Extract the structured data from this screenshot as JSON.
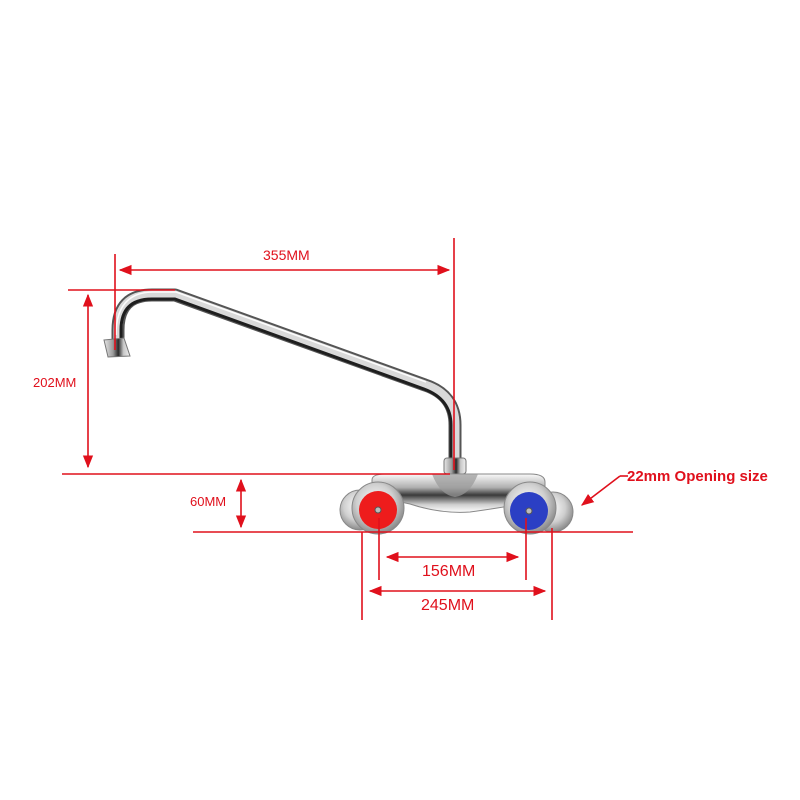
{
  "diagram": {
    "subject": "Wall-mounted dual-handle faucet with swivel spout",
    "accent_color": "#e0101c",
    "handle_colors": {
      "hot": "#ee1c1c",
      "cold": "#2b3fc4"
    },
    "dimensions": {
      "spout_reach": "355MM",
      "spout_height": "202MM",
      "body_height": "60MM",
      "inlet_center_distance": "156MM",
      "overall_width": "245MM"
    },
    "annotation": {
      "opening_size": "22mm Opening size"
    }
  }
}
